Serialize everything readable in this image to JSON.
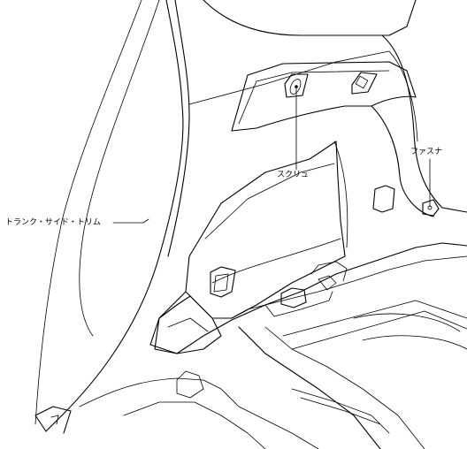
{
  "labels": {
    "screw": "スクリュ",
    "fastener": "ファスナ",
    "trunk_side_trim": "トランク・サイド・トリム"
  },
  "colors": {
    "line": "#000000",
    "background": "#ffffff"
  }
}
